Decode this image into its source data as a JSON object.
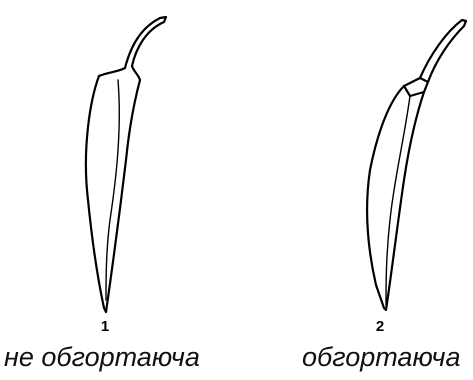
{
  "figures": [
    {
      "number": "1",
      "caption": "не обгортаюча"
    },
    {
      "number": "2",
      "caption": "обгортаюча"
    }
  ]
}
